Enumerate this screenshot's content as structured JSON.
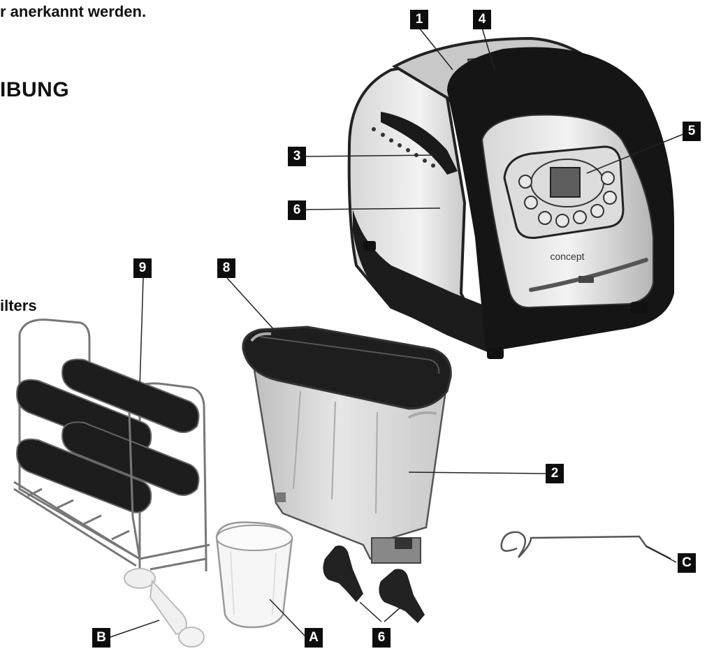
{
  "text": {
    "line1": "r anerkannt werden.",
    "heading": "IBUNG",
    "line3": "ilters"
  },
  "labels": {
    "l1": "1",
    "l4": "4",
    "l5": "5",
    "l3": "3",
    "l6a": "6",
    "l9": "9",
    "l8": "8",
    "l2": "2",
    "lc": "C",
    "lb": "B",
    "la": "A",
    "l6b": "6"
  },
  "brand": "concept"
}
